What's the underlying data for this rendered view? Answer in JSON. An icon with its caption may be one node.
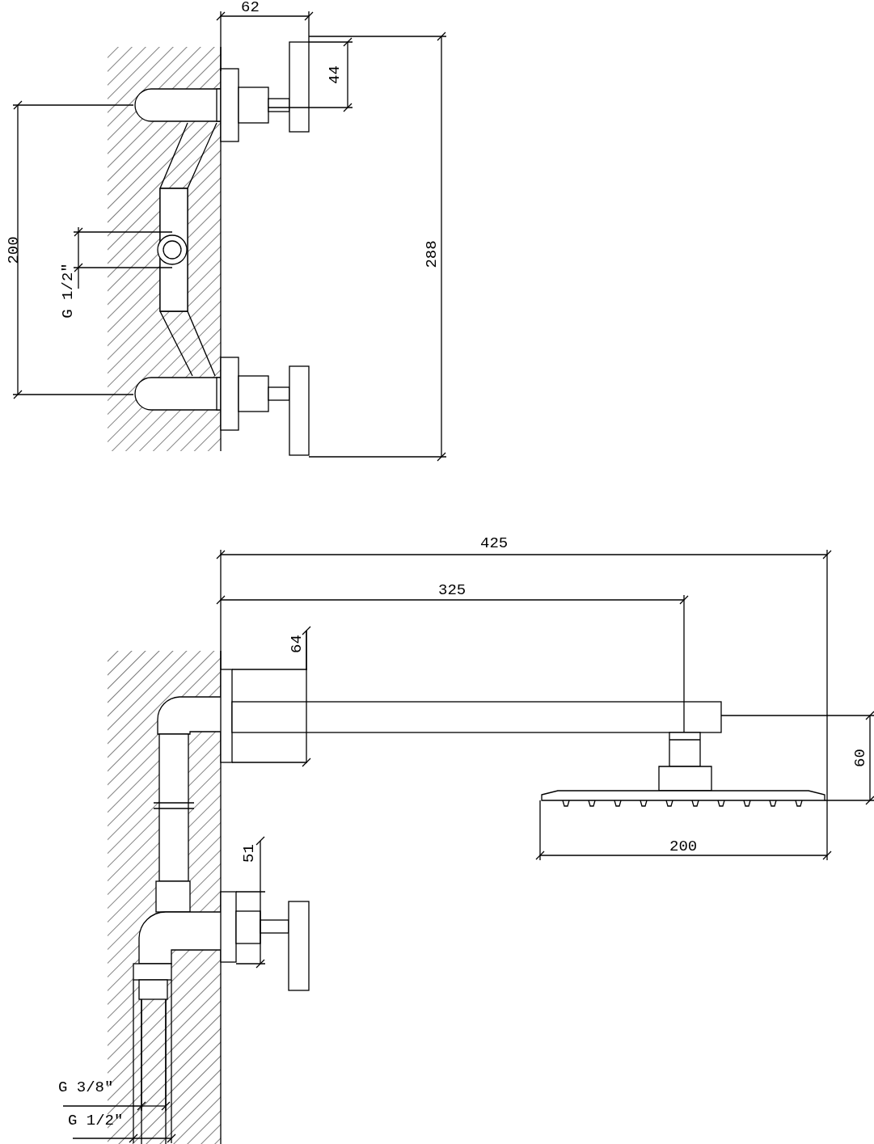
{
  "diagram": {
    "labels": [
      "62",
      "44",
      "200",
      "G 1/2″",
      "288",
      "425",
      "325",
      "64",
      "60",
      "200",
      "51",
      "G 3/8″",
      "G 1/2″"
    ]
  }
}
